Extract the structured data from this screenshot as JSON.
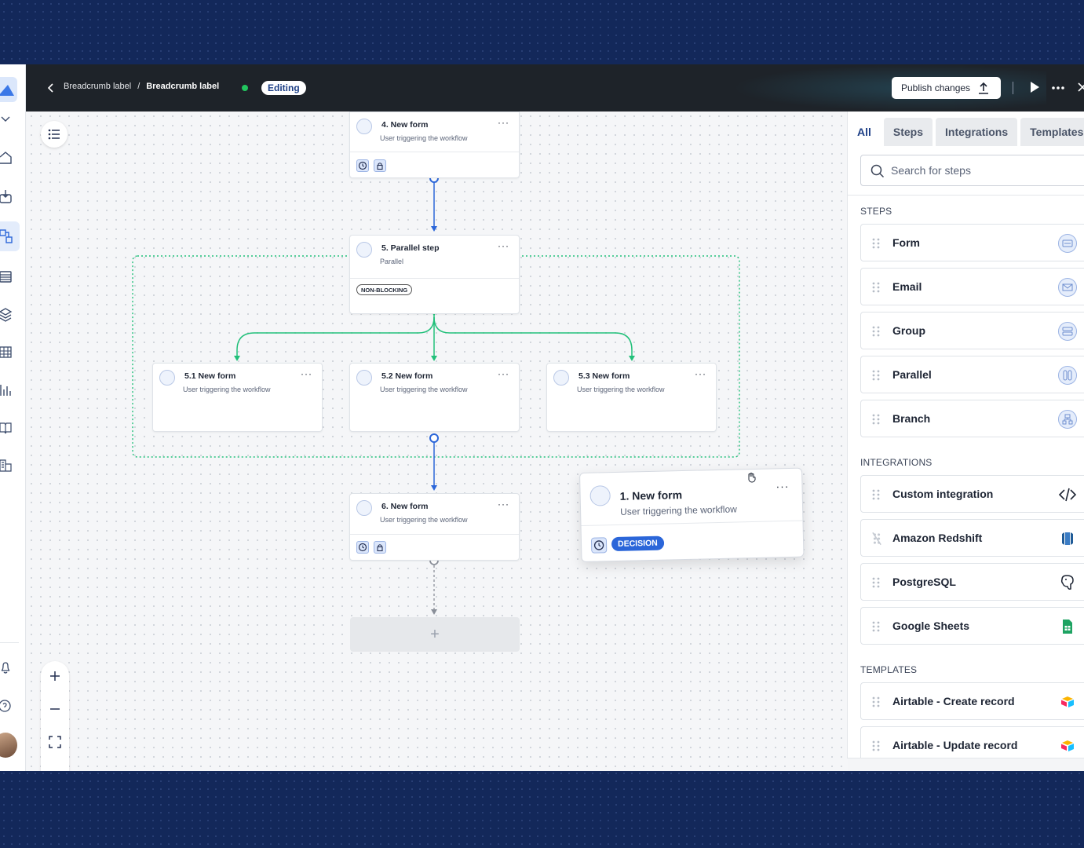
{
  "header": {
    "breadcrumb_1": "Breadcrumb label",
    "breadcrumb_sep": "/",
    "breadcrumb_2": "Breadcrumb label",
    "status_badge": "Editing",
    "publish_label": "Publish changes",
    "divider": "|"
  },
  "canvas": {
    "nodes": {
      "n4": {
        "title": "4. New form",
        "sub": "User triggering the workflow"
      },
      "n5": {
        "title": "5. Parallel step",
        "sub": "Parallel",
        "tag": "NON-BLOCKING"
      },
      "n51": {
        "title": "5.1 New form",
        "sub": "User triggering the workflow"
      },
      "n52": {
        "title": "5.2 New form",
        "sub": "User triggering the workflow"
      },
      "n53": {
        "title": "5.3 New form",
        "sub": "User triggering the workflow"
      },
      "n6": {
        "title": "6. New form",
        "sub": "User triggering the workflow"
      }
    },
    "dragged": {
      "title": "1. New form",
      "sub": "User triggering the workflow",
      "tag": "DECISION"
    },
    "add_symbol": "+",
    "more_symbol": "···"
  },
  "panel": {
    "tabs": [
      "All",
      "Steps",
      "Integrations",
      "Templates"
    ],
    "search_placeholder": "Search for steps",
    "steps_heading": "STEPS",
    "steps": [
      "Form",
      "Email",
      "Group",
      "Parallel",
      "Branch"
    ],
    "integrations_heading": "INTEGRATIONS",
    "integrations": [
      "Custom integration",
      "Amazon Redshift",
      "PostgreSQL",
      "Google Sheets"
    ],
    "templates_heading": "TEMPLATES",
    "templates": [
      "Airtable - Create record",
      "Airtable - Update record"
    ]
  },
  "colors": {
    "accent": "#2b66d9",
    "parallel_line": "#22c07a",
    "topbar": "#1e2329",
    "backdrop": "#13285a",
    "status_online": "#22c55e"
  }
}
